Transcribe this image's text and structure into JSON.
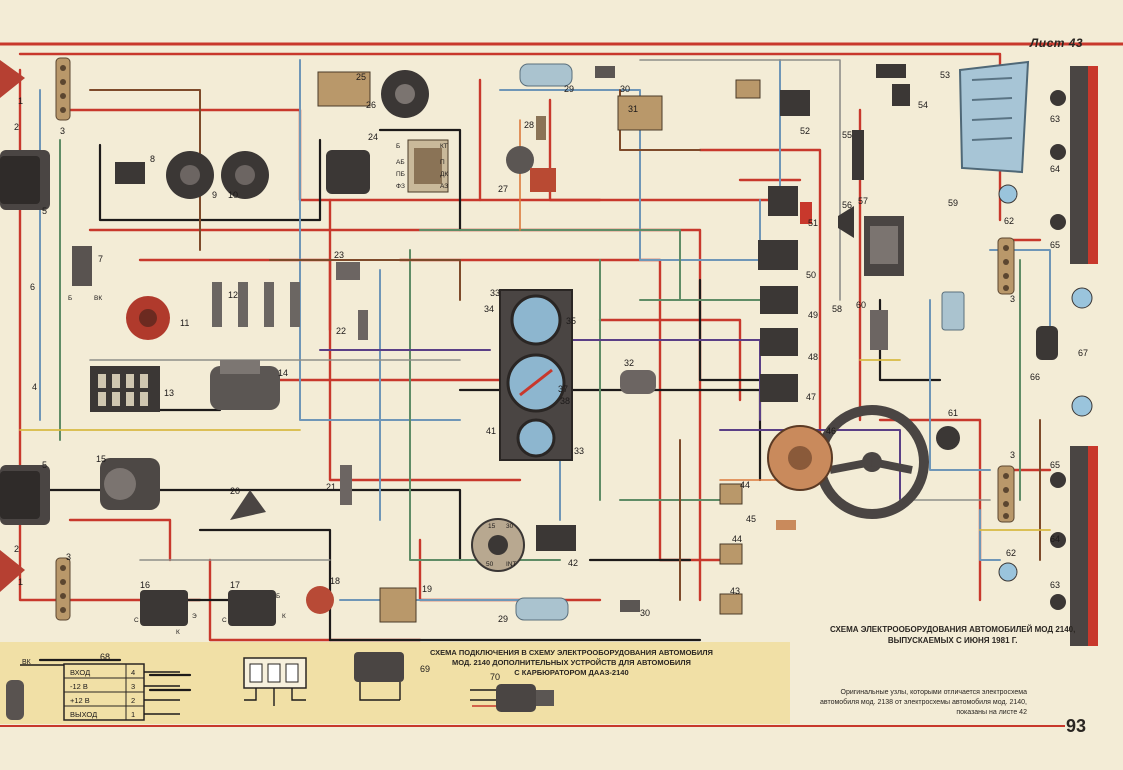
{
  "sheet_label": "Лист 43",
  "page_number": "93",
  "main_caption": [
    "СХЕМА ЭЛЕКТРООБОРУДОВАНИЯ АВТОМОБИЛЕЙ МОД 2140,",
    "ВЫПУСКАЕМЫХ С ИЮНЯ 1981 Г."
  ],
  "inset_caption": [
    "СХЕМА ПОДКЛЮЧЕНИЯ В СХЕМУ ЭЛЕКТРООБОРУДОВАНИЯ АВТОМОБИЛЯ",
    "МОД. 2140 ДОПОЛНИТЕЛЬНЫХ УСТРОЙСТВ ДЛЯ АВТОМОБИЛЯ",
    "С КАРБЮРАТОРОМ ДААЗ-2140"
  ],
  "note": [
    "Оригинальные узлы, которыми отличается электросхема",
    "автомобиля мод. 2138 от электросхемы автомобиля мод. 2140,",
    "показаны на листе 42"
  ],
  "module_68": {
    "label": "68",
    "rows": [
      {
        "name": "ВХОД",
        "pin": "4"
      },
      {
        "name": "-12 В",
        "pin": "3"
      },
      {
        "name": "+12 В",
        "pin": "2"
      },
      {
        "name": "ВЫХОД",
        "pin": "1"
      }
    ],
    "terminal": "ВК"
  },
  "contact_labels": {
    "ignition_coil": [
      "Б",
      "ВК"
    ],
    "relay_16": [
      "С",
      "К",
      "Э"
    ],
    "relay_17": [
      "С",
      "Б",
      "К"
    ],
    "switch_24": [
      "Б",
      "КТ",
      "АБ",
      "П",
      "ПБ",
      "ДК",
      "ФЗ",
      "АЗ"
    ],
    "ign_switch": [
      "15",
      "30",
      "50",
      "INT"
    ]
  },
  "component_numbers": [
    "1",
    "2",
    "3",
    "4",
    "5",
    "6",
    "7",
    "8",
    "9",
    "10",
    "11",
    "12",
    "13",
    "14",
    "15",
    "16",
    "17",
    "18",
    "19",
    "20",
    "21",
    "22",
    "23",
    "24",
    "25",
    "26",
    "27",
    "28",
    "29",
    "30",
    "31",
    "32",
    "33",
    "34",
    "35",
    "37",
    "38",
    "41",
    "42",
    "43",
    "44",
    "45",
    "46",
    "47",
    "48",
    "49",
    "50",
    "51",
    "52",
    "53",
    "54",
    "55",
    "56",
    "57",
    "58",
    "59",
    "60",
    "61",
    "62",
    "63",
    "64",
    "65",
    "66",
    "67",
    "68",
    "69",
    "70"
  ],
  "colors": {
    "paper": "#f3ecd6",
    "inset": "#f1e0a6",
    "red": "#c8382c",
    "black": "#1d1a1a",
    "blue": "#6f96b7",
    "green": "#5f8c66",
    "brown": "#7e4a2a",
    "purple": "#5a3f86",
    "grey": "#8e8e88",
    "yellow": "#d8b943",
    "orange": "#dc7a3b"
  }
}
